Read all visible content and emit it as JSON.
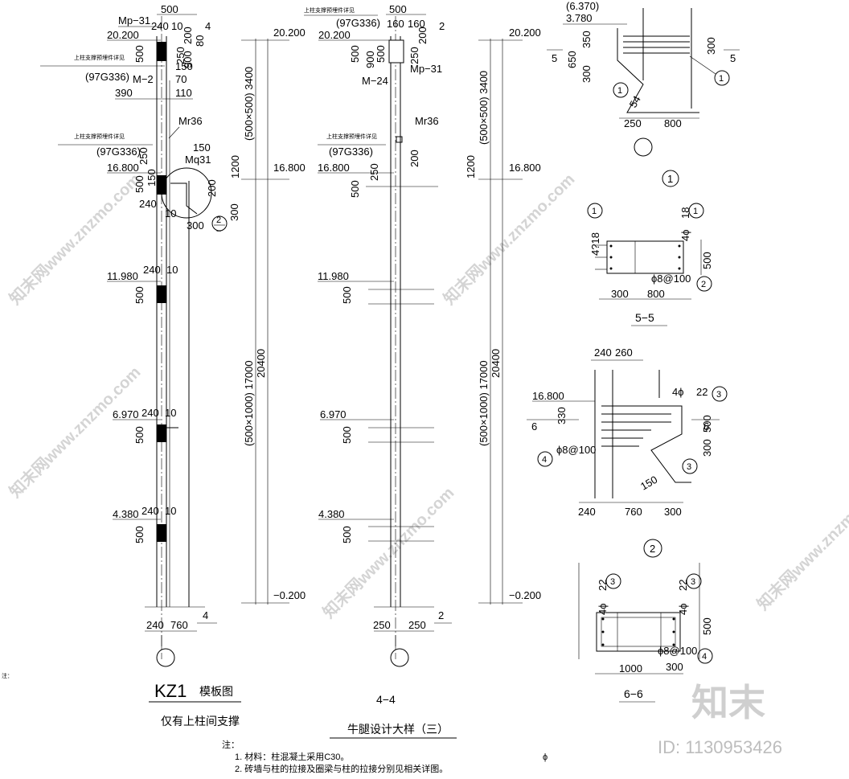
{
  "elevation": {
    "top": "20.200",
    "mid": "16.800",
    "e3": "11.980",
    "e4": "6.970",
    "e5": "4.380",
    "ground": "−0.200",
    "cap_top": "(6.370)",
    "cap_top2": "3.780"
  },
  "dims": {
    "d500": "500",
    "d240": "240",
    "d10": "10",
    "d200": "200",
    "d80": "80",
    "d250": "250",
    "d150": "150",
    "d900": "900",
    "d4": "4",
    "d2": "2",
    "d70": "70",
    "d390": "390",
    "d110": "110",
    "d300": "300",
    "d760": "760",
    "d1200": "1200",
    "d3400": "(500×500) 3400",
    "d17000": "(500×1000) 17000",
    "d20400": "20400",
    "d160": "160",
    "d260": "260",
    "d800": "800",
    "d350": "350",
    "d650": "650",
    "d5": "5",
    "d6": "6",
    "d330": "330",
    "d1000": "1000",
    "d22": "22",
    "d18": "18",
    "d54": "54"
  },
  "labels": {
    "mp31": "Mp−31",
    "m2": "M−2",
    "m24": "M−24",
    "mr36": "Mr36",
    "mq31": "Mq31",
    "std": "(97G336)",
    "note_small": "上柱支撑预埋件详见",
    "bar_4phi18": "4?18",
    "bar_4phi": "4ϕ",
    "stirrup": "ϕ8@100",
    "phi": "ϕ"
  },
  "circles": {
    "c1": "1",
    "c2": "2",
    "c3": "3",
    "c4": "4"
  },
  "titles": {
    "kz1": "KZ1",
    "kz1_suffix": "模板图",
    "kz1_sub": "仅有上柱间支撑",
    "s44": "4−4",
    "s44_sub": "牛腿设计大样（三）",
    "s55": "5−5",
    "s66": "6−6"
  },
  "notes": {
    "head": "注：",
    "n1": "1.  材料：柱混凝土采用C30。",
    "n2": "2.  砖墙与柱的拉接及圈梁与柱的拉接分别见相关详图。"
  },
  "watermark": {
    "brand": "知末",
    "site": "知末网www.znzmo.com",
    "id": "ID: 1130953426"
  }
}
